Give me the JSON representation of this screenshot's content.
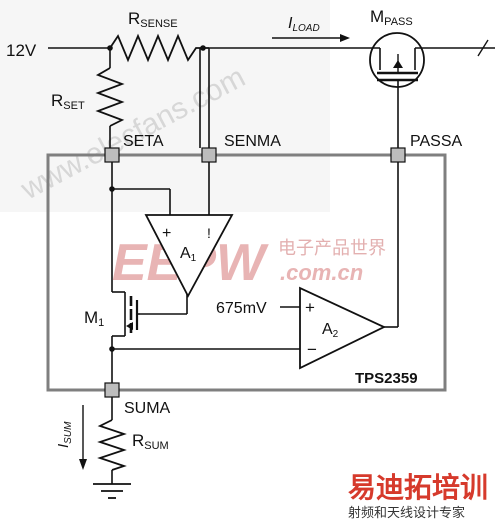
{
  "colors": {
    "ic_box": "#7f7f7f",
    "wire": "#111111",
    "pin_fill": "#bdbdbd",
    "watermark_red": "#d63a2c",
    "watermark_pink": "#e8b4b4"
  },
  "labels": {
    "supply": "12V",
    "rsense_main": "R",
    "rsense_sub": "SENSE",
    "iload_main": "I",
    "iload_sub": "LOAD",
    "mpass_main": "M",
    "mpass_sub": "PASS",
    "rset_main": "R",
    "rset_sub": "SET",
    "pin_seta": "SETA",
    "pin_senma": "SENMA",
    "pin_passa": "PASSA",
    "pin_suma": "SUMA",
    "a1_plus": "+",
    "a1_minus": "!",
    "a1_main": "A",
    "a1_sub": "1",
    "a2_plus": "+",
    "a2_minus": "−",
    "a2_main": "A",
    "a2_sub": "2",
    "m1_main": "M",
    "m1_sub": "1",
    "ref_voltage": "675mV",
    "chip_name": "TPS2359",
    "isum_main": "I",
    "isum_sub": "SUM",
    "rsum_main": "R",
    "rsum_sub": "SUM"
  },
  "watermarks": {
    "site_url": "www.elecfans.com",
    "eepw_logo": "EEPW",
    "eepw_cn": "电子产品世界",
    "eepw_domain": ".com.cn",
    "footer_cn": "易迪拓培训",
    "footer_sub": "射频和天线设计专家"
  }
}
